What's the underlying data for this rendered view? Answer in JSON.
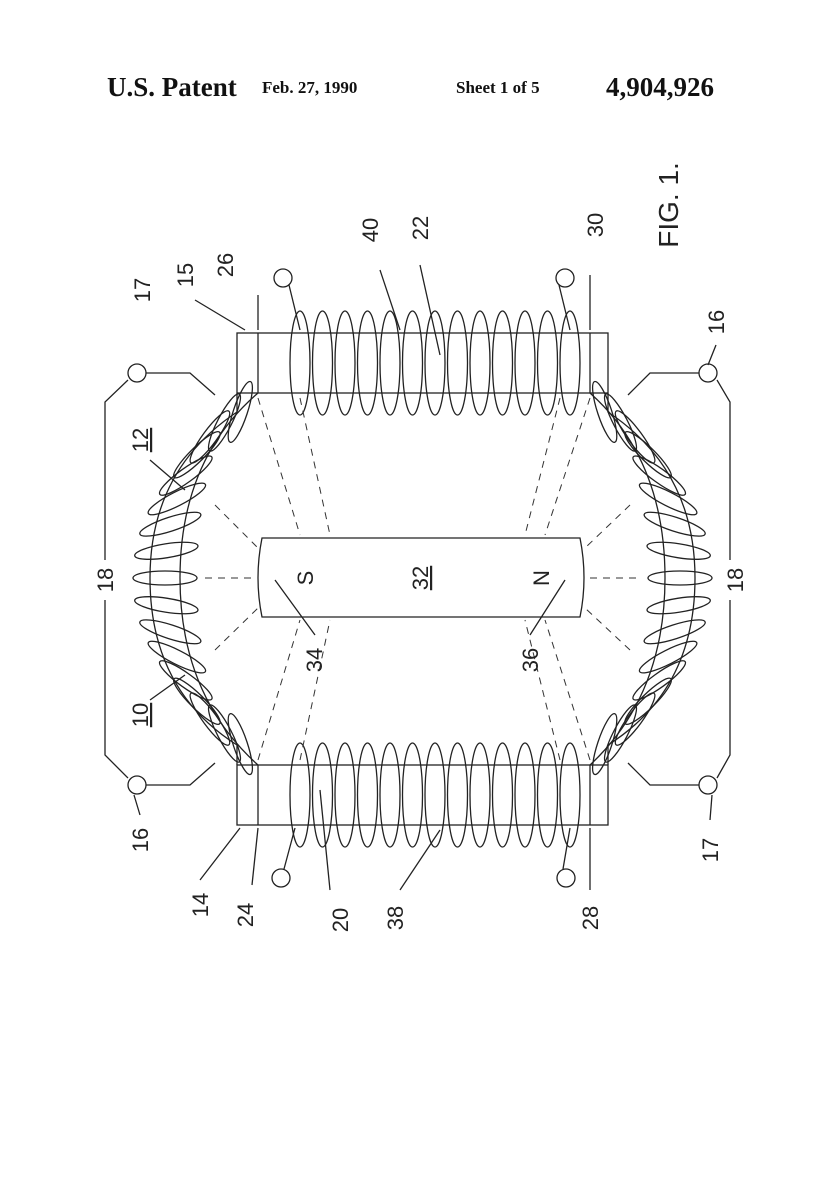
{
  "header": {
    "title": "U.S. Patent",
    "date": "Feb. 27, 1990",
    "sheet": "Sheet 1 of 5",
    "number": "4,904,926"
  },
  "figure": {
    "caption": "FIG. 1.",
    "labels": {
      "l17a": "17",
      "l15": "15",
      "l26": "26",
      "l40": "40",
      "l22": "22",
      "l30": "30",
      "l16a": "16",
      "l12": "12",
      "l18a": "18",
      "l34": "34",
      "l32": "32",
      "l36": "36",
      "s": "S",
      "n": "N",
      "l10": "10",
      "l16b": "16",
      "l14": "14",
      "l24": "24",
      "l20": "20",
      "l38": "38",
      "l28": "28",
      "l17b": "17",
      "l18b": "18"
    }
  }
}
